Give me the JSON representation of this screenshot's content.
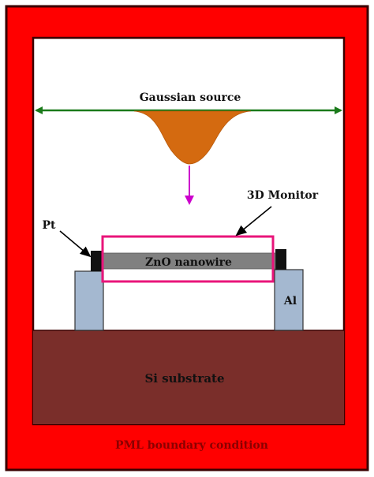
{
  "labels": {
    "gaussian_source": "Gaussian source",
    "monitor": "3D Monitor",
    "pt": "Pt",
    "nanowire": "ZnO nanowire",
    "al": "Al",
    "substrate": "Si substrate",
    "pml": "PML boundary condition"
  },
  "colors": {
    "pml_red": "#ff0000",
    "frame_dark": "#3a0000",
    "substrate": "#7a2e2a",
    "source_beam": "#1a7a1a",
    "gaussian_fill": "#d46a10",
    "incidence_arrow": "#cc00cc",
    "monitor_border": "#e8157a",
    "nanowire": "#808080",
    "electrode": "#a4b8d0",
    "pt_contact": "#111111",
    "pml_text": "#8b0000"
  },
  "icons": {
    "source_beam": "double-headed-arrow",
    "incidence": "down-arrow",
    "callout": "leader-arrow"
  }
}
